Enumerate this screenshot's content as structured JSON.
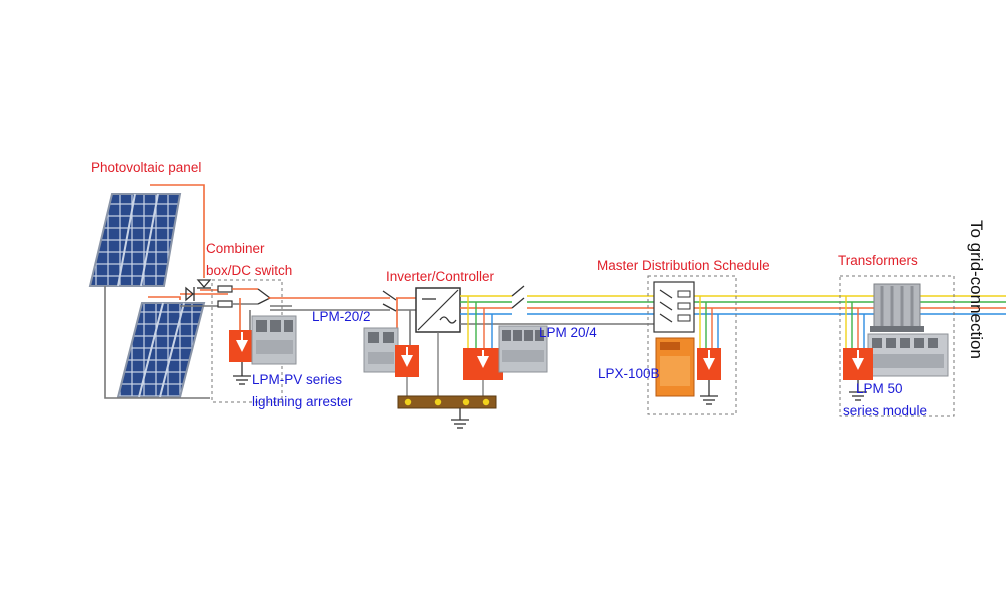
{
  "labels": {
    "pv_panel": "Photovoltaic panel",
    "combiner_line1": "Combiner",
    "combiner_line2": "box/DC switch",
    "inverter": "Inverter/Controller",
    "master": "Master Distribution Schedule",
    "transformers": "Transformers",
    "lpm_20_2": "LPM-20/2",
    "lpm_20_4": "LPM 20/4",
    "lpm_pv_line1": "LPM-PV series",
    "lpm_pv_line2": "lightning arrester",
    "lpx_100b": "LPX-100B",
    "lpm_50_line1": "LPM 50",
    "lpm_50_line2": "series module",
    "grid": "To grid-connection"
  },
  "colors": {
    "label_red": "#e0202a",
    "label_blue": "#1a1ad6",
    "wire_red": "#f26a3a",
    "wire_yellow": "#f1d21c",
    "wire_green": "#3fb34a",
    "wire_blue": "#2f8de0",
    "wire_gray": "#777777",
    "arrester_orange": "#ef4a1e",
    "ground_bar": "#8a5a1e",
    "panel_blue": "#2a4a8c"
  },
  "icons": {
    "panel": "solar-panel-icon",
    "diode": "diode-icon",
    "fuse": "fuse-icon",
    "switch": "switch-icon",
    "arrester": "surge-arrester-icon",
    "ground": "ground-icon",
    "inverter": "inverter-icon",
    "transformer": "transformer-icon"
  }
}
